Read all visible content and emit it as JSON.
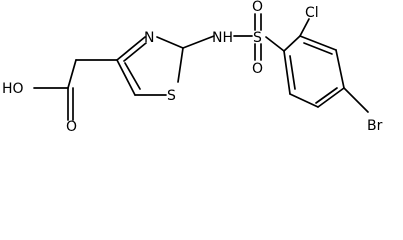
{
  "atoms": {
    "hydroxyl": "HO",
    "carbonyl_o": "O",
    "ring_n": "N",
    "ring_s": "S",
    "amine": "NH",
    "sulfonyl_s": "S",
    "sulfonyl_o_top": "O",
    "sulfonyl_o_bottom": "O",
    "chlorine": "Cl",
    "bromine": "Br"
  }
}
